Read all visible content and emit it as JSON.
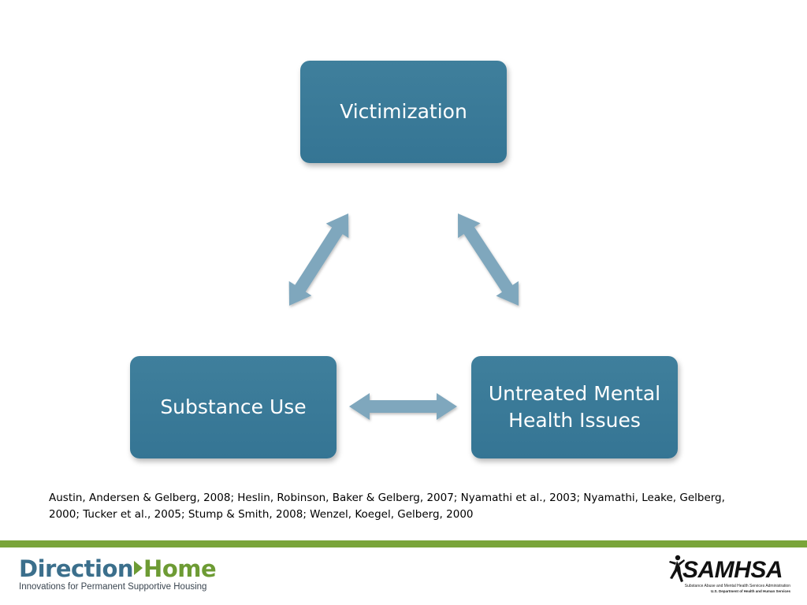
{
  "diagram": {
    "nodes": {
      "top": "Victimization",
      "left": "Substance Use",
      "right": "Untreated Mental Health Issues"
    },
    "arrow_color": "#7fa7bd",
    "node_color": "#3b7b99"
  },
  "citation": "Austin, Andersen & Gelberg, 2008; Heslin, Robinson, Baker & Gelberg, 2007; Nyamathi et al., 2003; Nyamathi, Leake, Gelberg, 2000; Tucker et al., 2005; Stump & Smith, 2008; Wenzel, Koegel, Gelberg, 2000",
  "footer": {
    "bar_color": "#7aa53a",
    "left_logo": {
      "word1": "Direction",
      "word2": "Home",
      "tagline": "Innovations for Permanent Supportive Housing"
    },
    "right_logo": {
      "name": "SAMHSA",
      "subtitle": "Substance Abuse and Mental Health Services Administration",
      "department": "U.S. Department of Health and Human Services"
    }
  }
}
